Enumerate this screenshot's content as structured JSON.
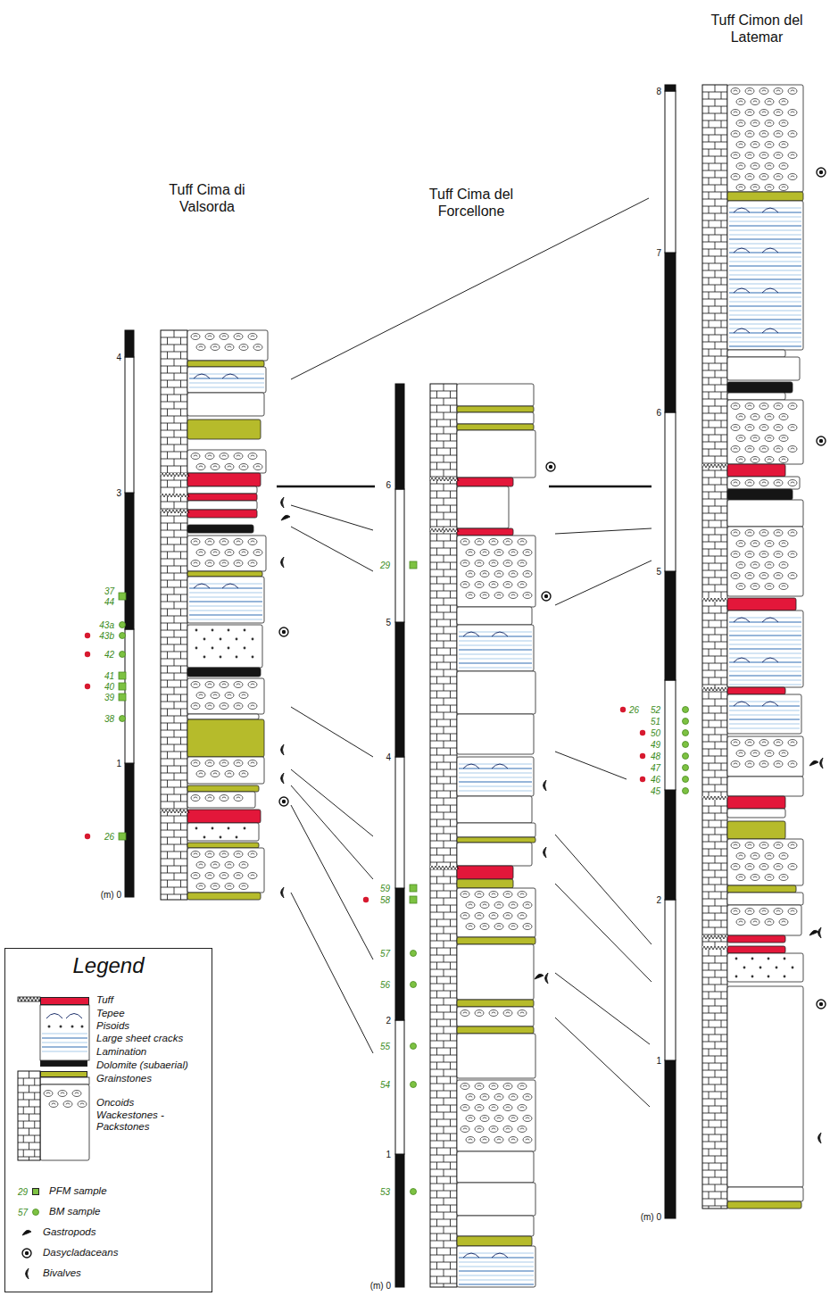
{
  "diagram": {
    "nodes": [
      {
        "text": [
          "Legend"
        ]
      }
    ],
    "labels": [
      "Tuff Cima di Valsorda",
      "Tuff Cima del Forcellone",
      "Tuff Cimon del Latemar",
      "4",
      "3",
      "1",
      "(m) 0",
      "37",
      "44",
      "43a",
      "43b",
      "42",
      "41",
      "40",
      "39",
      "38",
      "26",
      "6",
      "5",
      "4",
      "2",
      "1",
      "(m) 0",
      "29",
      "59",
      "58",
      "57",
      "56",
      "55",
      "54",
      "53",
      "8",
      "7",
      "6",
      "5",
      "2",
      "1",
      "(m) 0",
      "26",
      "52",
      "51",
      "50",
      "49",
      "48",
      "47",
      "46",
      "45",
      "29",
      "57"
    ],
    "legend": [
      {
        "text": "Tuff",
        "color": "#e3173a"
      },
      {
        "text": "Tepee"
      },
      {
        "text": "Pisoids"
      },
      {
        "text": "Large sheet cracks"
      },
      {
        "text": "Lamination",
        "color": "#151515"
      },
      {
        "text": "Dolomite (subaerial)",
        "color": "#b6bb2b"
      },
      {
        "text": "Grainstones"
      },
      {
        "text": "Oncoids"
      },
      {
        "text": "Wackestones - Packstones"
      },
      {
        "text": "PFM sample",
        "color": "#7dc242"
      },
      {
        "text": "BM sample"
      },
      {
        "text": "Gastropods"
      },
      {
        "text": "Dasycladaceans"
      },
      {
        "text": "Bivalves"
      }
    ]
  }
}
